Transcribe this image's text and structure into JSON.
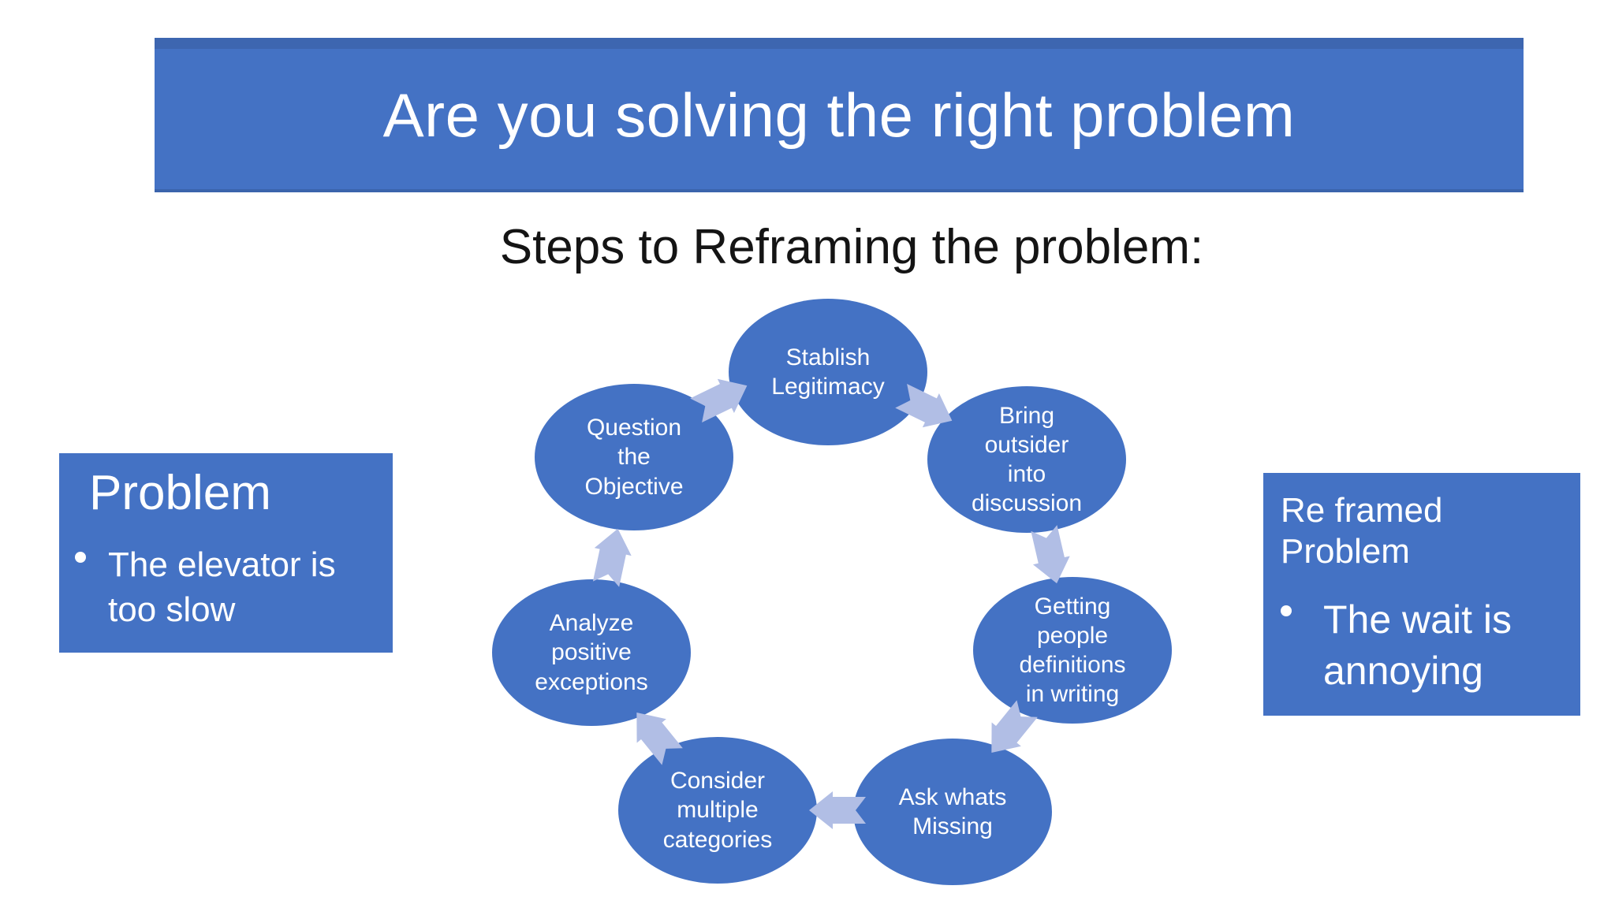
{
  "slide": {
    "title": "Are you solving the right problem",
    "subtitle": "Steps to Reframing the problem:"
  },
  "cycle": {
    "direction": "clockwise",
    "steps": [
      {
        "label": "Stablish\nLegitimacy"
      },
      {
        "label": "Bring\noutsider\ninto\ndiscussion"
      },
      {
        "label": "Getting\npeople\ndefinitions\nin writing"
      },
      {
        "label": "Ask whats\nMissing"
      },
      {
        "label": "Consider\nmultiple\ncategories"
      },
      {
        "label": "Analyze\npositive\nexceptions"
      },
      {
        "label": "Question\nthe\nObjective"
      }
    ]
  },
  "problem_box": {
    "heading": "Problem",
    "bullet": "The elevator is\ntoo slow"
  },
  "reframed_box": {
    "heading": "Re framed\nProblem",
    "bullet": "The wait is\nannoying"
  },
  "colors": {
    "accent_blue": "#4472C4",
    "arrow_blue": "#B1BEE5",
    "slide_background": "#FFFFFF",
    "title_text": "#FFFFFF",
    "subtitle_text": "#141414"
  }
}
